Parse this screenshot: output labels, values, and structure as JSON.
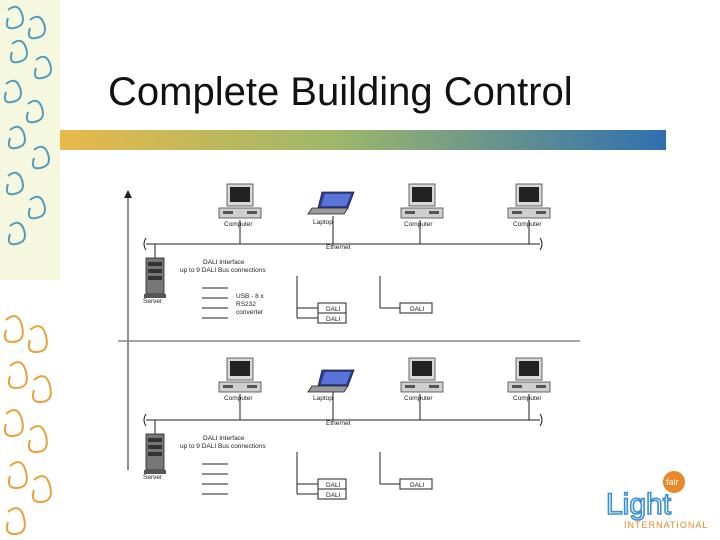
{
  "slide": {
    "title": "Complete Building Control"
  },
  "colors": {
    "title_bar_left": "#e8b84a",
    "title_bar_right": "#2f6fb0",
    "deco_green": "#c7d84a",
    "deco_blue": "#3a8fd6",
    "deco_orange": "#e8a23a"
  },
  "diagram": {
    "floors": [
      {
        "computers": [
          "Computer",
          "Computer",
          "Computer"
        ],
        "laptop": "Laptop",
        "ethernet": "Ethernet",
        "server": "Server",
        "interface_line1": "DALI Interface",
        "interface_line2": "up to 9 DALI Bus connections",
        "converter_line1": "USB - 8 x",
        "converter_line2": "RS232",
        "converter_line3": "converter",
        "dali_labels": [
          "DALI",
          "DALI",
          "DALI"
        ]
      },
      {
        "computers": [
          "Computer",
          "Computer",
          "Computer"
        ],
        "laptop": "Laptop",
        "ethernet": "Ethernet",
        "server": "Server",
        "interface_line1": "DALI Interface",
        "interface_line2": "up to 9 DALI Bus connections",
        "dali_labels": [
          "DALI",
          "DALI",
          "DALI"
        ]
      }
    ]
  },
  "logo": {
    "word_light": "Light",
    "word_fair": "fair",
    "word_international": "INTERNATIONAL"
  }
}
